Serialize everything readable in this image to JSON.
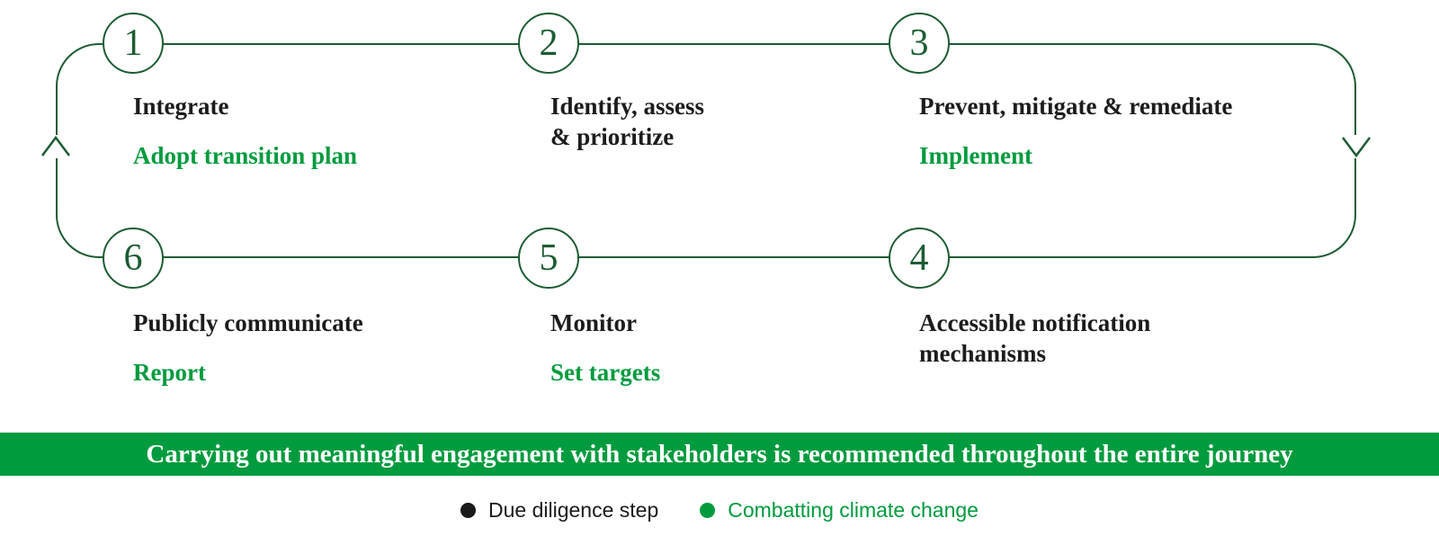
{
  "steps": [
    {
      "number": "1",
      "title": "Integrate",
      "subtitle": "Adopt transition plan"
    },
    {
      "number": "2",
      "title": "Identify, assess\n& prioritize",
      "subtitle": ""
    },
    {
      "number": "3",
      "title": "Prevent, mitigate & remediate",
      "subtitle": "Implement"
    },
    {
      "number": "4",
      "title": "Accessible notification\nmechanisms",
      "subtitle": ""
    },
    {
      "number": "5",
      "title": "Monitor",
      "subtitle": "Set targets"
    },
    {
      "number": "6",
      "title": "Publicly communicate",
      "subtitle": "Report"
    }
  ],
  "banner": {
    "text": "Carrying out meaningful engagement with stakeholders is recommended throughout the entire journey"
  },
  "legend": [
    {
      "label": "Due diligence step",
      "color": "#1a1a1a"
    },
    {
      "label": "Combatting climate change",
      "color": "#009b3e"
    }
  ],
  "colors": {
    "loop_dark_green": "#1d5c33",
    "accent_green": "#009b3e",
    "title_text": "#1c1c1c",
    "banner_background": "#009b3e",
    "banner_text": "#ffffff"
  }
}
